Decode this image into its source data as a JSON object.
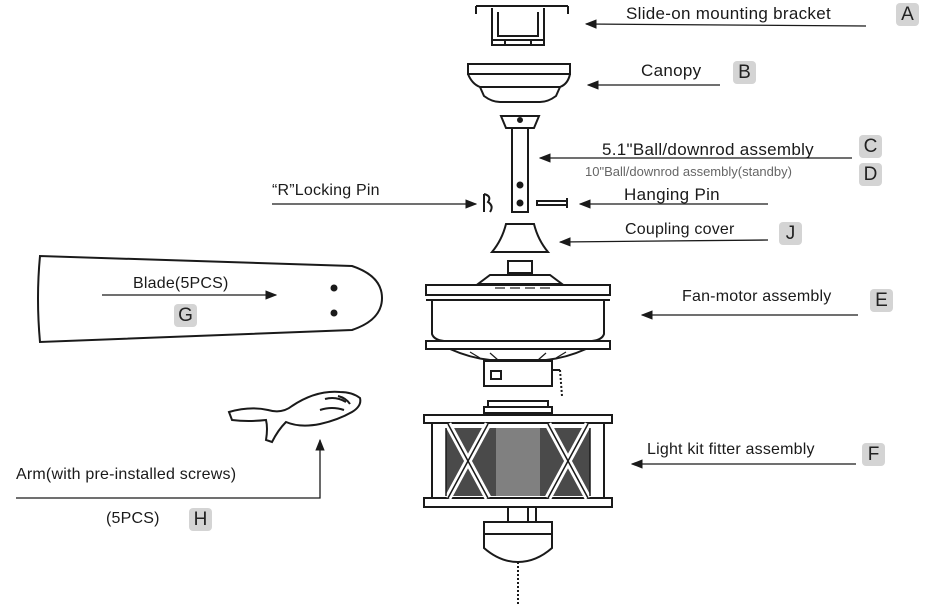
{
  "parts": {
    "A": {
      "letter": "A",
      "label": "Slide-on mounting bracket"
    },
    "B": {
      "letter": "B",
      "label": "Canopy"
    },
    "C": {
      "letter": "C",
      "label": "5.1\"Ball/downrod assembly"
    },
    "D": {
      "letter": "D",
      "label": "10\"Ball/downrod assembly(standby)"
    },
    "locking_pin": {
      "label": "“R”Locking Pin"
    },
    "hanging_pin": {
      "label": "Hanging Pin"
    },
    "J": {
      "letter": "J",
      "label": "Coupling cover"
    },
    "G": {
      "letter": "G",
      "label": "Blade(5PCS)"
    },
    "E": {
      "letter": "E",
      "label": "Fan-motor assembly"
    },
    "H": {
      "letter": "H",
      "label": "Arm(with pre-installed screws)",
      "qty": "(5PCS)"
    },
    "F": {
      "letter": "F",
      "label": "Light kit fitter assembly"
    }
  },
  "colors": {
    "line": "#1a1a1a",
    "badge": "#d4d4d4",
    "muted": "#666666"
  }
}
